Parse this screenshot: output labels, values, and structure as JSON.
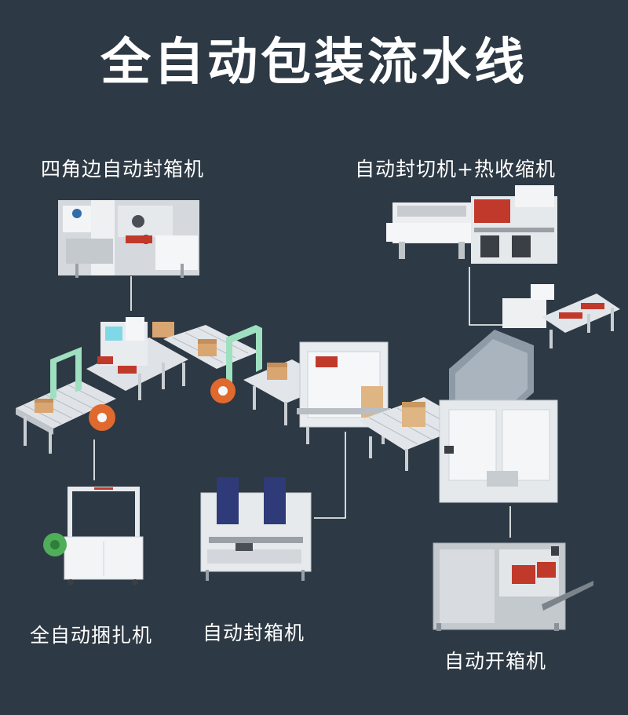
{
  "title": "全自动包装流水线",
  "labels": {
    "corner_sealer": "四角边自动封箱机",
    "shrink_wrapper": "自动封切机+热收缩机",
    "strapping": "全自动捆扎机",
    "case_sealer": "自动封箱机",
    "case_erector": "自动开箱机"
  },
  "colors": {
    "background": "#2d3944",
    "text": "#ffffff",
    "connector": "#ffffff",
    "roller": "#e2e6ea",
    "frame": "#dfe3e7",
    "box": "#d9a672",
    "strap_reel": "#e0692e",
    "green_frame": "#9ee0c0",
    "cyan_guard": "#7fd8e6",
    "red_accent": "#c0392b",
    "shrink_tunnel": "#8e9aa6"
  }
}
